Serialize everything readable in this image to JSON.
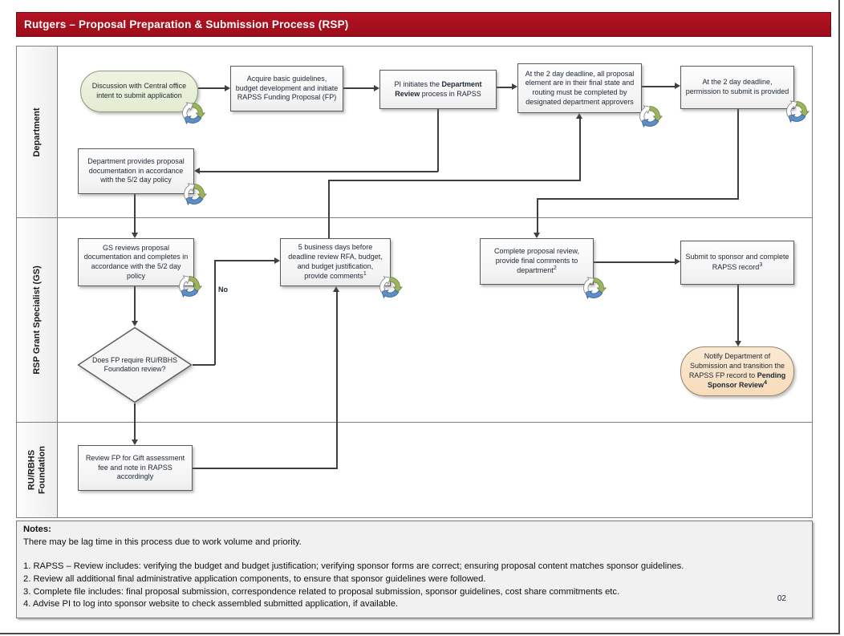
{
  "title": "Rutgers – Proposal Preparation & Submission Process (RSP)",
  "page_number": "02",
  "lanes": [
    {
      "label": "Department"
    },
    {
      "label": "RSP Grant Specialist (GS)"
    },
    {
      "label": "RU/RBHS Foundation"
    }
  ],
  "nodes": {
    "discussion": {
      "type": "start-terminator",
      "text": "Discussion with Central office intent to submit application"
    },
    "acquire": {
      "type": "process",
      "text": "Acquire basic guidelines, budget development and initiate RAPSS Funding Proposal (FP)"
    },
    "pi_initiates": {
      "type": "process",
      "text_pre": "PI initiates the ",
      "text_bold": "Department Review",
      "text_post": " process in RAPSS"
    },
    "deadline_elements": {
      "type": "process",
      "text": "At the 2 day deadline, all proposal element are in their final state and routing must be completed by designated department approvers"
    },
    "deadline_permission": {
      "type": "process",
      "text": "At the 2 day deadline, permission to submit is provided"
    },
    "dept_provides": {
      "type": "process",
      "text": "Department provides proposal documentation in accordance with the 5/2 day policy"
    },
    "gs_reviews": {
      "type": "process",
      "text": "GS reviews proposal documentation and completes in accordance with the 5/2 day policy"
    },
    "five_days": {
      "type": "process",
      "text": "5 business days before deadline review RFA, budget, and budget justification, provide comments",
      "footnote": "1"
    },
    "fp_decision": {
      "type": "decision",
      "text": "Does FP require RU/RBHS Foundation review?"
    },
    "complete_review": {
      "type": "process",
      "text": "Complete proposal review, provide final comments to department",
      "footnote": "2"
    },
    "submit_sponsor": {
      "type": "process",
      "text": "Submit to sponsor and complete RAPSS record",
      "footnote": "3"
    },
    "notify_dept": {
      "type": "end-terminator",
      "text_pre": "Notify Department of Submission and transition the RAPSS FP record to ",
      "text_bold": "Pending Sponsor Review",
      "footnote": "4"
    },
    "review_fp_gift": {
      "type": "process",
      "text": "Review FP for Gift assessment fee and note in RAPSS accordingly"
    }
  },
  "connector_labels": {
    "no": "No"
  },
  "notes": {
    "heading": "Notes:",
    "intro": "There may be lag time in this process due to work volume and priority.",
    "items": [
      "1. RAPSS – Review includes: verifying the budget and budget justification; verifying sponsor forms are correct; ensuring proposal content matches sponsor guidelines.",
      "2. Review all additional final administrative application components, to ensure that sponsor guidelines were followed.",
      "3. Complete file includes: final proposal submission, correspondence related to proposal submission, sponsor guidelines, cost share commitments etc.",
      "4. Advise PI to log into sponsor website to check assembled submitted application, if available."
    ]
  },
  "colors": {
    "header_red": "#a81020",
    "stadium_green": "#e9f0dc",
    "terminator_peach": "#fae3c9",
    "icon_green": "#9cb45f",
    "icon_blue": "#5e8fc4",
    "line": "#3f3f3f"
  }
}
